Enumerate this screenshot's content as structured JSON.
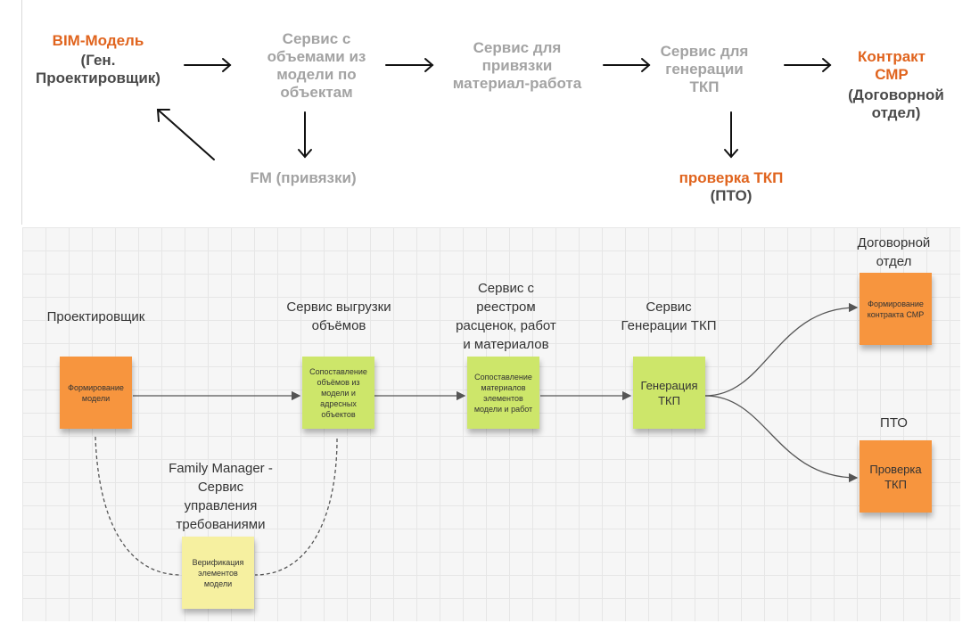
{
  "top": {
    "bim_title": "BIM-Модель",
    "bim_sub": "(Ген.\nПроектировщик)",
    "service_volumes": "Сервис с\nобъемами из\nмодели по\nобъектам",
    "service_binding": "Сервис для\nпривязки\nматериал-работа",
    "service_generation": "Сервис для\nгенерации\nТКП",
    "contract_title": "Контракт\nСМР",
    "contract_sub": "(Договорной\nотдел)",
    "fm_label": "FM (привязки)",
    "check_title": "проверка ТКП",
    "check_sub": "(ПТО)"
  },
  "board": {
    "designer_label": "Проектировщик",
    "export_label": "Сервис выгрузки\nобъёмов",
    "registry_label": "Сервис с\nреестром\nрасценок, работ\nи материалов",
    "generation_label": "Сервис\nГенерации ТКП",
    "contract_dept_label": "Договорной\nотдел",
    "pto_label": "ПТО",
    "fm_label": "Family Manager -\nСервис\nуправления\nтребованиями",
    "notes": {
      "model_forming": "Формирование\nмодели",
      "volume_matching": "Сопоставление\nобъёмов из\nмодели и\nадресных\nобъектов",
      "material_matching": "Сопоставление\nматериалов\nэлементов\nмодели и работ",
      "tkp_generation": "Генерация\nТКП",
      "contract_forming": "Формирование\nконтракта СМР",
      "tkp_check": "Проверка\nТКП",
      "element_verification": "Верификация\nэлементов\nмодели"
    }
  },
  "colors": {
    "orange_text": "#e0641e",
    "gray_text": "#a3a3a3",
    "note_orange": "#f7953e",
    "note_green": "#cde66a",
    "note_yellow": "#f6f0a0"
  }
}
